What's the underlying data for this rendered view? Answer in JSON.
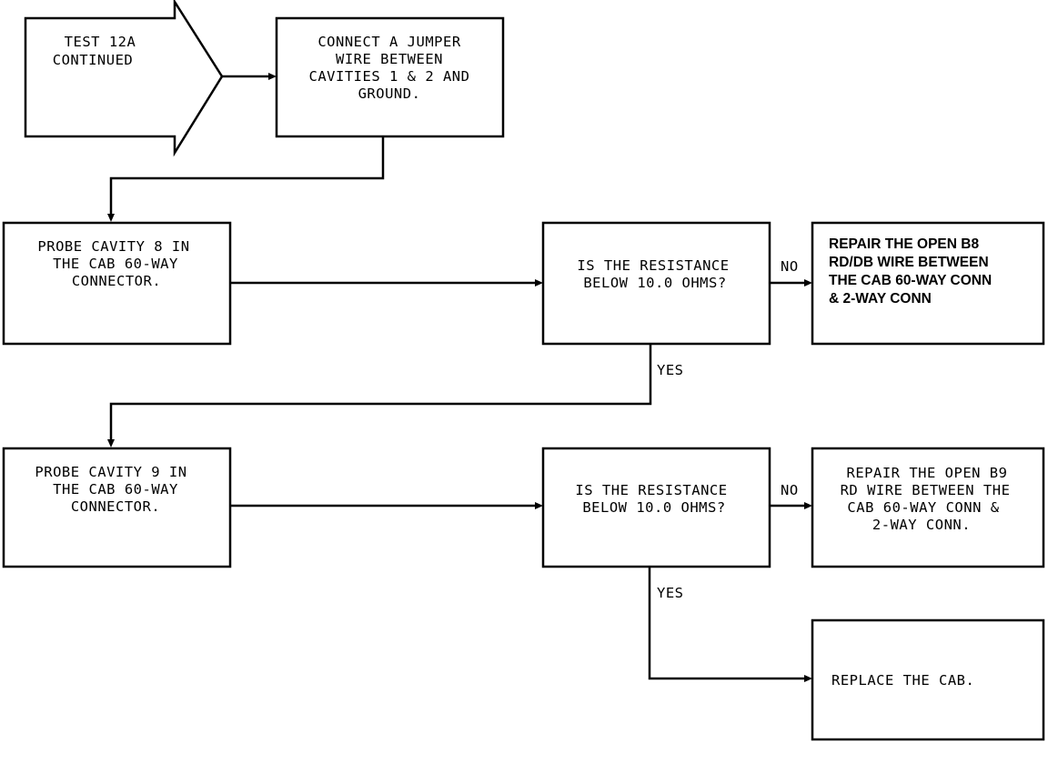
{
  "start": {
    "lines": [
      "TEST 12A",
      "CONTINUED"
    ]
  },
  "step1": {
    "lines": [
      "CONNECT A JUMPER",
      "WIRE BETWEEN",
      "CAVITIES 1 & 2 AND",
      "GROUND."
    ]
  },
  "step2": {
    "lines": [
      "PROBE CAVITY 8 IN",
      "THE CAB 60-WAY",
      "CONNECTOR."
    ]
  },
  "decision1": {
    "lines": [
      "IS THE RESISTANCE",
      "BELOW 10.0 OHMS?"
    ]
  },
  "repair1": {
    "lines": [
      "REPAIR THE OPEN B8",
      "RD/DB WIRE BETWEEN",
      "THE CAB 60-WAY CONN",
      "& 2-WAY CONN"
    ]
  },
  "step3": {
    "lines": [
      "PROBE CAVITY 9 IN",
      "THE CAB 60-WAY",
      "CONNECTOR."
    ]
  },
  "decision2": {
    "lines": [
      "IS THE RESISTANCE",
      "BELOW 10.0 OHMS?"
    ]
  },
  "repair2": {
    "lines": [
      "REPAIR THE OPEN B9",
      "RD WIRE BETWEEN THE",
      "CAB 60-WAY CONN &",
      "2-WAY CONN."
    ]
  },
  "replace": {
    "lines": [
      "REPLACE THE CAB."
    ]
  },
  "labels": {
    "no1": "NO",
    "yes1": "YES",
    "no2": "NO",
    "yes2": "YES"
  }
}
